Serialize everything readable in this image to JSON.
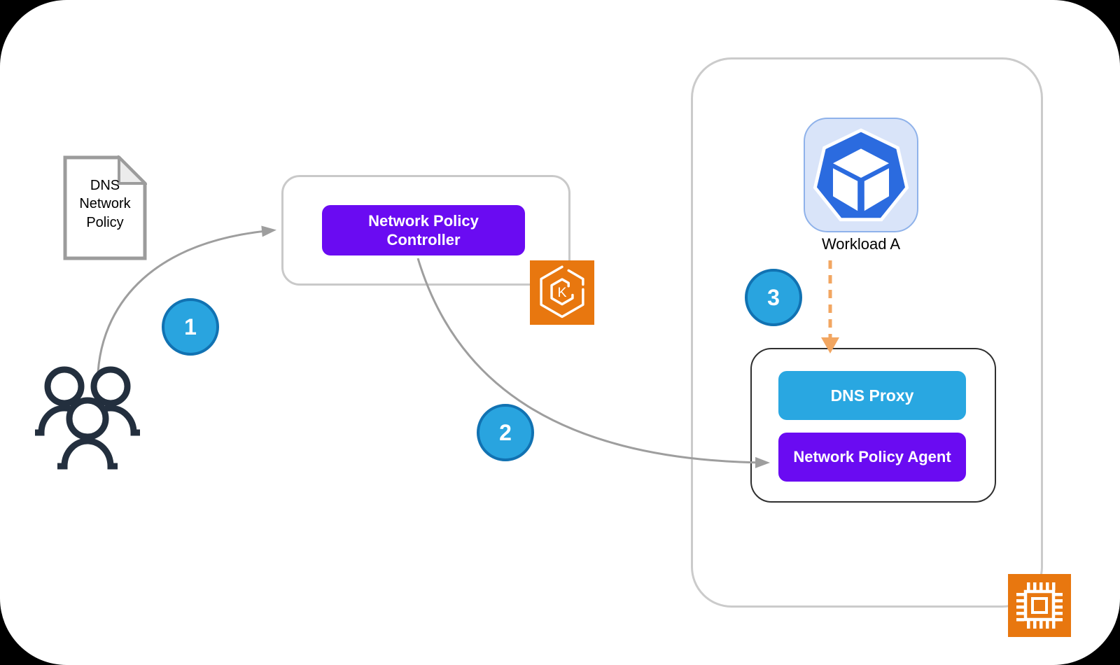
{
  "palette": {
    "background": "#000000",
    "surface": "#FFFFFF",
    "purple": "#6A0BF2",
    "blue": "#29A7E1",
    "badge_blue": "#29A4DF",
    "badge_border": "#1172B2",
    "aws_orange": "#E8770F",
    "dashed_arrow_orange": "#F2A661",
    "arrow_gray": "#9E9E9E",
    "users_navy": "#232F3E",
    "container_border": "#CBCBCB",
    "pod_box_border": "#2F2F2F",
    "workload_tile_bg": "#D9E4F9",
    "workload_tile_border": "#8FB2EA",
    "heptagon_blue": "#2B6BDF"
  },
  "document": {
    "lines": [
      "DNS",
      "Network",
      "Policy"
    ]
  },
  "controller": {
    "line1": "Network Policy",
    "line2": "Controller"
  },
  "workload": {
    "label": "Workload A"
  },
  "pod": {
    "dns_proxy": "DNS Proxy",
    "agent": "Network Policy Agent"
  },
  "steps": [
    {
      "label": "1"
    },
    {
      "label": "2"
    },
    {
      "label": "3"
    }
  ],
  "icons": {
    "document": "document-icon",
    "users": "users-icon",
    "kubernetes": "eks-kubernetes-icon",
    "workload": "workload-cube-icon",
    "instance": "ec2-instance-chip-icon"
  }
}
